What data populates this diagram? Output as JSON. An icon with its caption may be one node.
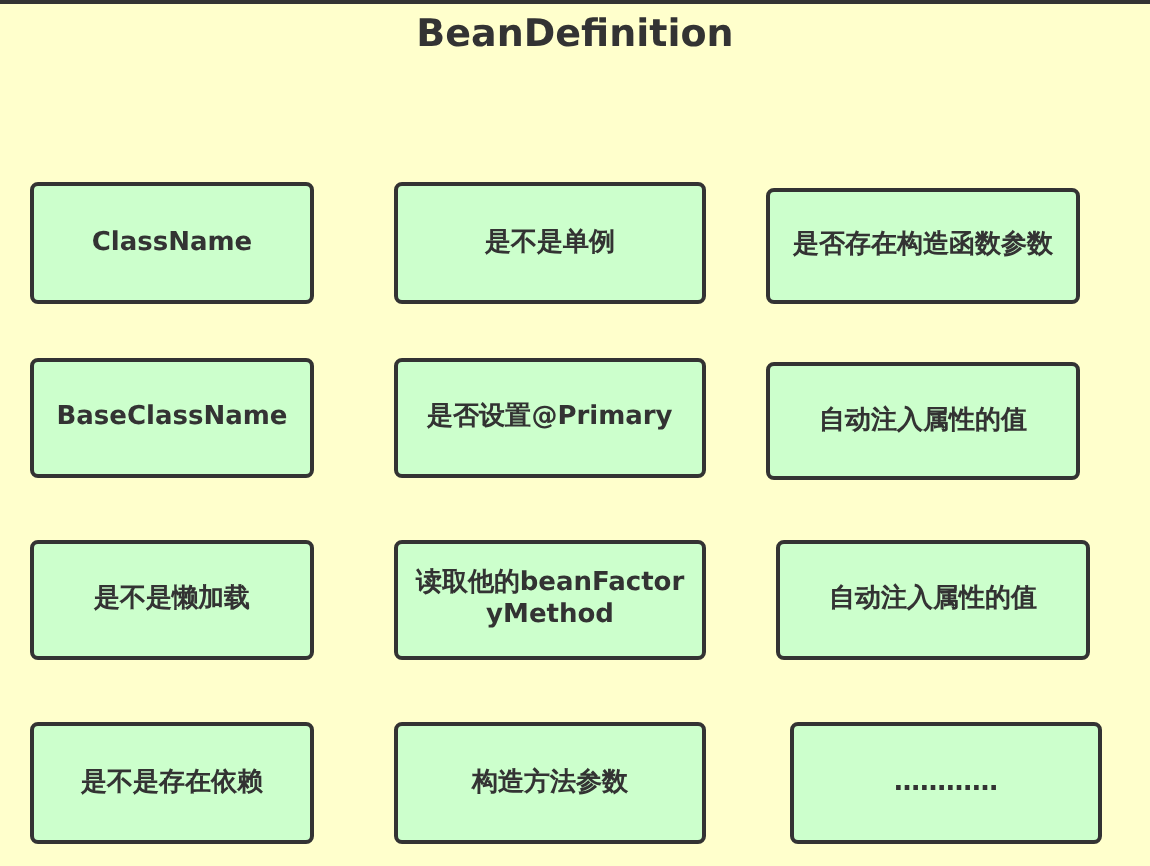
{
  "diagram": {
    "nodes": [
      {
        "text": [
          "BeanDefinition"
        ]
      },
      {
        "text": [
          "ClassName"
        ],
        "in": 0
      },
      {
        "text": [
          "是不是单例"
        ],
        "in": 0
      },
      {
        "text": [
          "是否存在构造函数参数"
        ],
        "in": 0
      },
      {
        "text": [
          "BaseClassName"
        ],
        "in": 0
      },
      {
        "text": [
          "是否设置@Primary"
        ],
        "in": 0
      },
      {
        "text": [
          "自动注入属性的值"
        ],
        "in": 0
      },
      {
        "text": [
          "是不是懒加载"
        ],
        "in": 0
      },
      {
        "text": [
          "读取他的beanFactoryMethod"
        ],
        "in": 0
      },
      {
        "text": [
          "自动注入属性的值"
        ],
        "in": 0
      },
      {
        "text": [
          "是不是存在依赖"
        ],
        "in": 0
      },
      {
        "text": [
          "构造方法参数"
        ],
        "in": 0
      },
      {
        "text": [
          "…………"
        ],
        "in": 0
      }
    ]
  }
}
